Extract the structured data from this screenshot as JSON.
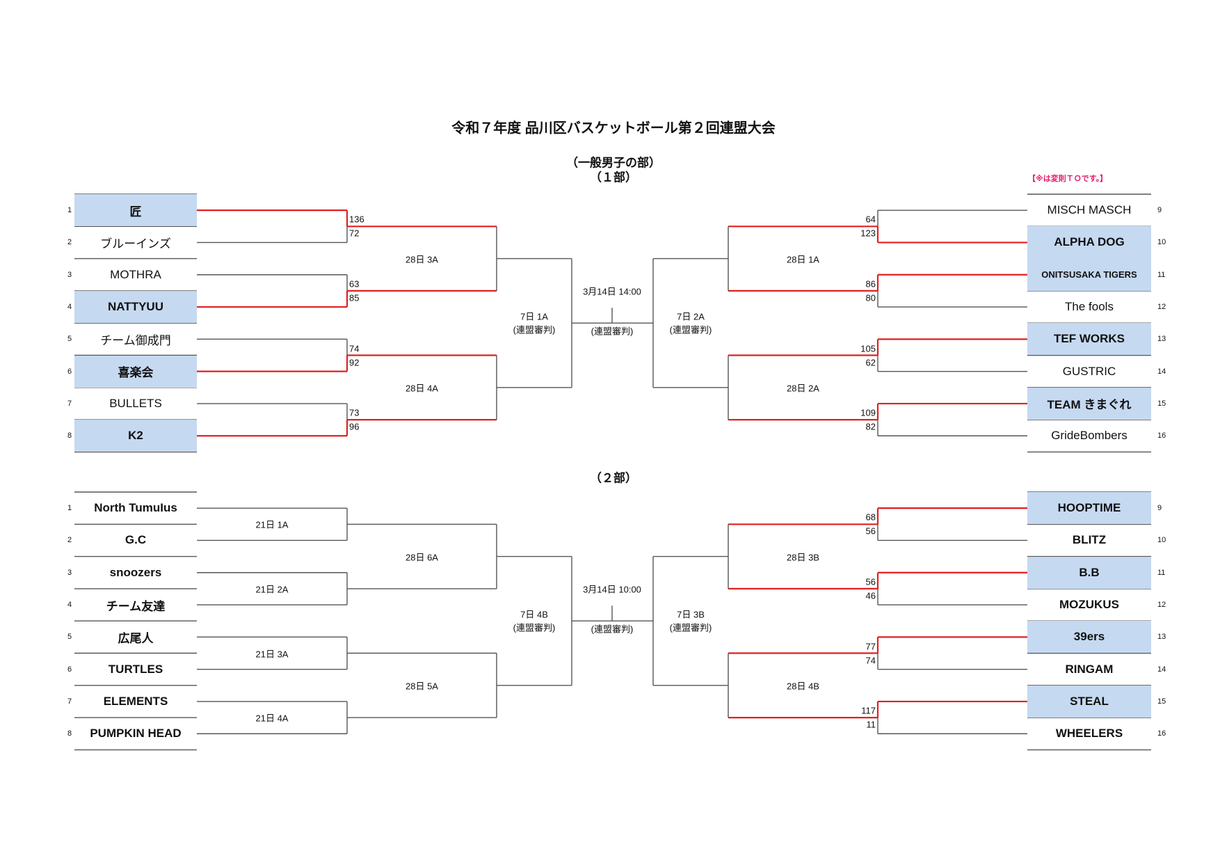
{
  "title": "令和７年度 品川区バスケットボール第２回連盟大会",
  "division": "（一般男子の部）",
  "note": "【※は変則ＴＯです。】",
  "colors": {
    "winner_line": "#e02020",
    "line": "#555555",
    "winner_fill": "#c5d9f1"
  },
  "sections": [
    {
      "heading": "（１部）",
      "center": {
        "time": "3月14日 14:00",
        "referee": "(連盟審判)"
      },
      "left": {
        "teams": [
          {
            "seed": "1",
            "name": "匠",
            "score": "136",
            "win": true
          },
          {
            "seed": "2",
            "name": "ブルーインズ",
            "score": "72",
            "win": false
          },
          {
            "seed": "3",
            "name": "MOTHRA",
            "score": "63",
            "win": false
          },
          {
            "seed": "4",
            "name": "NATTYUU",
            "score": "85",
            "win": true
          },
          {
            "seed": "5",
            "name": "チーム御成門",
            "score": "74",
            "win": false
          },
          {
            "seed": "6",
            "name": "喜楽会",
            "score": "92",
            "win": true
          },
          {
            "seed": "7",
            "name": "BULLETS",
            "score": "73",
            "win": false
          },
          {
            "seed": "8",
            "name": "K2",
            "score": "96",
            "win": true
          }
        ],
        "r1_labels": [],
        "r2_labels": [
          "28日 3A",
          "28日 4A"
        ],
        "semi": {
          "label": "7日 1A",
          "referee": "(連盟審判)"
        }
      },
      "right": {
        "teams": [
          {
            "seed": "9",
            "name": "MISCH MASCH",
            "score": "64",
            "win": false
          },
          {
            "seed": "10",
            "name": "ALPHA DOG",
            "score": "123",
            "win": true
          },
          {
            "seed": "11",
            "name": "ONITSUSAKA TIGERS",
            "score": "86",
            "win": true,
            "small": true
          },
          {
            "seed": "12",
            "name": "The fools",
            "score": "80",
            "win": false
          },
          {
            "seed": "13",
            "name": "TEF WORKS",
            "score": "105",
            "win": true
          },
          {
            "seed": "14",
            "name": "GUSTRIC",
            "score": "62",
            "win": false
          },
          {
            "seed": "15",
            "name": "TEAM きまぐれ",
            "score": "109",
            "win": true
          },
          {
            "seed": "16",
            "name": "GrideBombers",
            "score": "82",
            "win": false
          }
        ],
        "r1_labels": [],
        "r2_labels": [
          "28日 1A",
          "28日 2A"
        ],
        "semi": {
          "label": "7日 2A",
          "referee": "(連盟審判)"
        }
      }
    },
    {
      "heading": "（２部）",
      "center": {
        "time": "3月14日 10:00",
        "referee": "(連盟審判)"
      },
      "left": {
        "teams": [
          {
            "seed": "1",
            "name": "North TumuIus",
            "win": false
          },
          {
            "seed": "2",
            "name": "G.C",
            "win": false
          },
          {
            "seed": "3",
            "name": "snoozers",
            "win": false
          },
          {
            "seed": "4",
            "name": "チーム友達",
            "win": false
          },
          {
            "seed": "5",
            "name": "広尾人",
            "win": false
          },
          {
            "seed": "6",
            "name": "TURTLES",
            "win": false
          },
          {
            "seed": "7",
            "name": "ELEMENTS",
            "win": false
          },
          {
            "seed": "8",
            "name": "PUMPKIN HEAD",
            "win": false
          }
        ],
        "r1_labels": [
          "21日 1A",
          "21日 2A",
          "21日 3A",
          "21日 4A"
        ],
        "r2_labels": [
          "28日 6A",
          "28日 5A"
        ],
        "semi": {
          "label": "7日 4B",
          "referee": "(連盟審判)"
        }
      },
      "right": {
        "teams": [
          {
            "seed": "9",
            "name": "HOOPTIME",
            "score": "68",
            "win": true
          },
          {
            "seed": "10",
            "name": "BLITZ",
            "score": "56",
            "win": false
          },
          {
            "seed": "11",
            "name": "B.B",
            "score": "56",
            "win": true
          },
          {
            "seed": "12",
            "name": "MOZUKUS",
            "score": "46",
            "win": false
          },
          {
            "seed": "13",
            "name": "39ers",
            "score": "77",
            "win": true
          },
          {
            "seed": "14",
            "name": "RINGAM",
            "score": "74",
            "win": false
          },
          {
            "seed": "15",
            "name": "STEAL",
            "score": "117",
            "win": true
          },
          {
            "seed": "16",
            "name": "WHEELERS",
            "score": "11",
            "win": false
          }
        ],
        "r1_labels": [],
        "r2_labels": [
          "28日 3B",
          "28日 4B"
        ],
        "semi": {
          "label": "7日 3B",
          "referee": "(連盟審判)"
        }
      }
    }
  ]
}
